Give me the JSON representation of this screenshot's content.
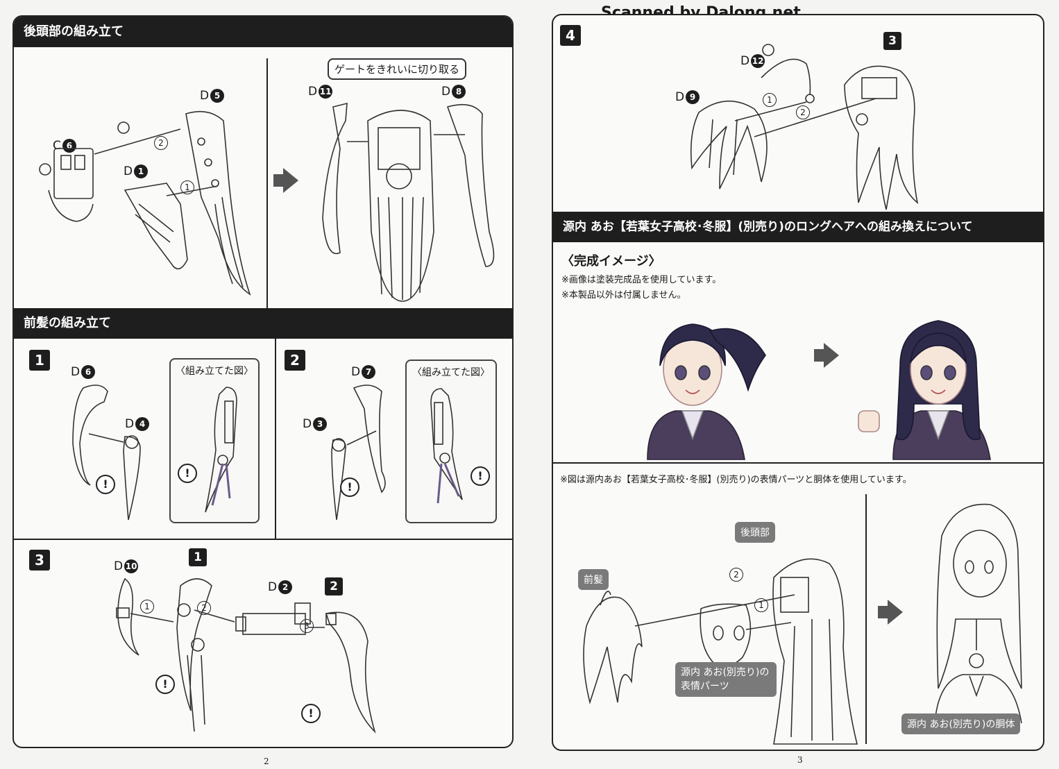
{
  "watermark": "Scanned by Dalong.net",
  "left_page": {
    "sec1_title": "後頭部の組み立て",
    "callout_gate": "ゲートをきれいに切り取る",
    "labels": {
      "c6": "C",
      "c6_num": "6",
      "d1": "D",
      "d1_num": "1",
      "d5": "D",
      "d5_num": "5",
      "d11": "D",
      "d11_num": "11",
      "d8": "D",
      "d8_num": "8",
      "d6": "D",
      "d6_num": "6",
      "d4": "D",
      "d4_num": "4",
      "d7": "D",
      "d7_num": "7",
      "d3": "D",
      "d3_num": "3",
      "d10": "D",
      "d10_num": "10",
      "d2": "D",
      "d2_num": "2"
    },
    "sec2_title": "前髪の組み立て",
    "step1": "1",
    "step2": "2",
    "step3": "3",
    "ref1": "1",
    "ref2": "2",
    "inset_title": "〈組み立てた図〉",
    "circ1": "1",
    "circ2": "2",
    "circ3": "3",
    "excl": "!",
    "page_number": "2"
  },
  "right_page": {
    "step4": "4",
    "ref3": "3",
    "labels": {
      "d12": "D",
      "d12_num": "12",
      "d9": "D",
      "d9_num": "9"
    },
    "sec_title": "源内 あお【若葉女子高校･冬服】(別売り)のロングヘアへの組み換えについて",
    "image_title": "〈完成イメージ〉",
    "note1": "※画像は塗装完成品を使用しています。",
    "note2": "※本製品以外は付属しません。",
    "note3": "※図は源内あお【若葉女子高校･冬服】(別売り)の表情パーツと胴体を使用しています。",
    "label_back": "後頭部",
    "label_front": "前髪",
    "label_face": "源内 あお(別売り)の表情パーツ",
    "label_body": "源内 あお(別売り)の胴体",
    "page_number": "3"
  }
}
